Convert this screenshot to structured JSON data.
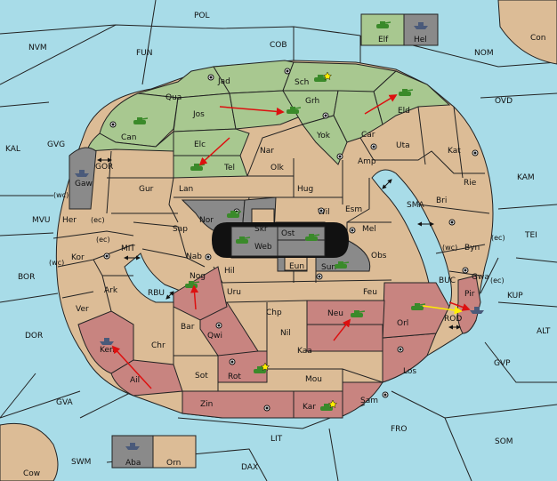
{
  "colors": {
    "sea": "#a8dce8",
    "neutral": "#dcbc96",
    "green": "#a8c890",
    "red": "#c88480",
    "gray": "#8a8a8a",
    "border": "#222222",
    "move_order": "#dd1010",
    "support_order": "#ffee00"
  },
  "icons": {
    "army": "tank-icon",
    "fleet": "ship-icon",
    "center": "supply-center-icon",
    "star": "star-icon"
  },
  "regions": {
    "POL": "POL",
    "NVM": "NVM",
    "FUN": "FUN",
    "COB": "COB",
    "NOM": "NOM",
    "Con": "Con",
    "OVD": "OVD",
    "KAL": "KAL",
    "GVG": "GVG",
    "KAM": "KAM",
    "TEI": "TEI",
    "MVU": "MVU",
    "BOR": "BOR",
    "DOR": "DOR",
    "ALT": "ALT",
    "KUP": "KUP",
    "GVP": "GVP",
    "GVA": "GVA",
    "FRO": "FRO",
    "SOM": "SOM",
    "LIT": "LIT",
    "SWM": "SWM",
    "DAX": "DAX",
    "Cow": "Cow",
    "Elf": "Elf",
    "Hel": "Hel",
    "Aba": "Aba",
    "Orn": "Orn",
    "Jad": "Jad",
    "Sch": "Sch",
    "Qua": "Qua",
    "Jos": "Jos",
    "Grh": "Grh",
    "Eld": "Eld",
    "Can": "Can",
    "Yok": "Yok",
    "Car": "Car",
    "Elc": "Elc",
    "Nar": "Nar",
    "Tel": "Tel",
    "Olk": "Olk",
    "Uta": "Uta",
    "Kat": "Kat",
    "Amp": "Amp",
    "Gaw": "Gaw",
    "GOR": "GOR",
    "Gur": "Gur",
    "Lan": "Lan",
    "Hug": "Hug",
    "Rie": "Rie",
    "Bri": "Bri",
    "SMA": "SMA",
    "Wil": "Wil",
    "Esm": "Esm",
    "Nor": "Nor",
    "Skr": "Skr",
    "Ost": "Ost",
    "Web": "Web",
    "Sap": "Sap",
    "Mel": "Mel",
    "Her": "Her",
    "Kor": "Kor",
    "Byn": "Byn",
    "MIT": "MIT",
    "Nab": "Nab",
    "Eun": "Eun",
    "Sun": "Sun",
    "Obs": "Obs",
    "Hil": "Hil",
    "Gwa": "Gwa",
    "BUC": "BUC",
    "Pir": "Pir",
    "RBU": "RBU",
    "Nog": "Nog",
    "Uru": "Uru",
    "Feu": "Feu",
    "Ark": "Ark",
    "Ver": "Ver",
    "Chp": "Chp",
    "Neu": "Neu",
    "Orl": "Orl",
    "ROD": "ROD",
    "Bar": "Bar",
    "Qwi": "Qwi",
    "Nil": "Nil",
    "Ken": "Ken",
    "Chr": "Chr",
    "Kaa": "Kaa",
    "Los": "Los",
    "Ail": "Ail",
    "Sot": "Sot",
    "Rot": "Rot",
    "Mou": "Mou",
    "Zin": "Zin",
    "Sam": "Sam",
    "Kar": "Kar"
  },
  "coast_labels": {
    "wc": "(wc)",
    "ec": "(ec)"
  }
}
